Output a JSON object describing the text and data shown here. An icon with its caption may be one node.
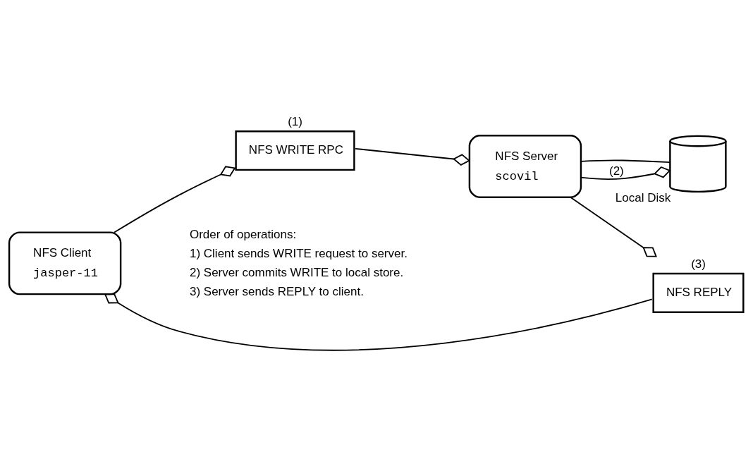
{
  "diagram": {
    "nodes": [
      {
        "text": [
          "NFS Client",
          "jasper-11"
        ]
      },
      {
        "text": [
          "NFS WRITE RPC"
        ],
        "beside": [
          "(1)"
        ]
      },
      {
        "text": [
          "NFS Server",
          "scovil"
        ]
      },
      {
        "text": [
          "NFS REPLY"
        ],
        "beside": [
          "(3)"
        ]
      },
      {
        "text": [],
        "shape": "cylinder",
        "beside": [
          "Local Disk"
        ]
      }
    ],
    "edges": [
      {
        "from": 0,
        "to": 1,
        "arrow": "other"
      },
      {
        "from": 1,
        "to": 2,
        "arrow": "other"
      },
      {
        "from": 2,
        "to": 3,
        "arrow": "other"
      },
      {
        "from": 3,
        "to": 0,
        "arrow": "other"
      },
      {
        "from": 2,
        "to": 4,
        "arrow": "other",
        "label": "(2)"
      },
      {
        "from": 2,
        "to": 4,
        "arrow": "none"
      }
    ],
    "labels": [
      "Order of operations:",
      "1) Client sends WRITE request to server.",
      "2) Server commits WRITE to local store.",
      "3) Server sends REPLY to client."
    ]
  }
}
